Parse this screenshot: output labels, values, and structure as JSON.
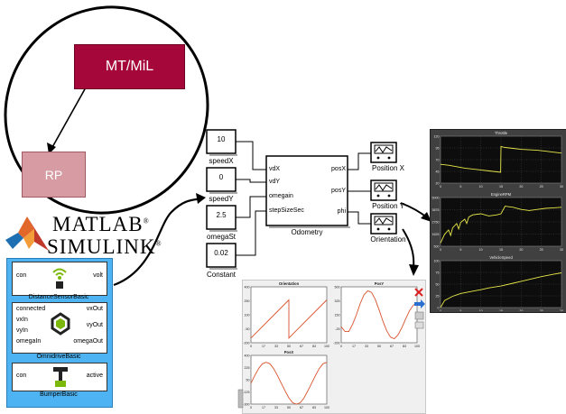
{
  "lifecycle": {
    "mt_label": "MT/MiL",
    "rp_label": "RP",
    "mt_color": "#a6073b",
    "rp_color": "#d79ca3"
  },
  "brand": {
    "matlab_text": "MATLAB",
    "simulink_text": "SIMULINK",
    "reg_mark": "®"
  },
  "library": {
    "background": "#4db3f2",
    "blocks": [
      {
        "name": "DistanceSensorBasic",
        "inputs": [
          "con"
        ],
        "outputs": [
          "volt"
        ]
      },
      {
        "name": "OmnidriveBasic",
        "inputs": [
          "connected",
          "vxIn",
          "vyIn",
          "omegaIn"
        ],
        "outputs": [
          "vxOut",
          "vyOut",
          "omegaOut"
        ]
      },
      {
        "name": "BumperBasic",
        "inputs": [
          "con"
        ],
        "outputs": [
          "active"
        ]
      }
    ]
  },
  "model": {
    "constants": [
      {
        "value": "10",
        "label": "speedX"
      },
      {
        "value": "0",
        "label": "speedY"
      },
      {
        "value": "2.5",
        "label": "omegaSt"
      },
      {
        "value": "0.02",
        "label": "Constant"
      }
    ],
    "odometry": {
      "label": "Odometry",
      "inputs": [
        "vdX",
        "vdY",
        "omegain",
        "stepSizeSec"
      ],
      "outputs": [
        "posX",
        "posY",
        "phi"
      ]
    },
    "scopes": [
      "Position X",
      "Position Y",
      "Orientation"
    ]
  },
  "scope_charts": {
    "chart_data": [
      {
        "type": "line",
        "title": "Throttle",
        "xlim": [
          0,
          30
        ],
        "ylim": [
          20,
          120
        ],
        "x": [
          0,
          2,
          4,
          6,
          8,
          10,
          12,
          14,
          14.9,
          15,
          16,
          18,
          20,
          22,
          24,
          26,
          28,
          30
        ],
        "y": [
          60,
          58,
          55,
          52,
          50,
          48,
          46,
          44,
          43,
          98,
          96,
          94,
          92,
          91,
          90,
          88,
          86,
          84
        ]
      },
      {
        "type": "line",
        "title": "EngineRPM",
        "xlim": [
          0,
          30
        ],
        "ylim": [
          500,
          5000
        ],
        "x": [
          0,
          1,
          2,
          2.5,
          3,
          4,
          4.5,
          5,
          6,
          6.5,
          7,
          8,
          10,
          12,
          14,
          15,
          16,
          18,
          20,
          22,
          24,
          26,
          28,
          30
        ],
        "y": [
          800,
          1600,
          2000,
          1500,
          2200,
          2600,
          2100,
          2700,
          3000,
          2600,
          3200,
          3400,
          3500,
          3300,
          3400,
          3500,
          4200,
          4100,
          3900,
          3800,
          3900,
          4000,
          4050,
          4100
        ]
      },
      {
        "type": "line",
        "title": "VehicleSpeed",
        "xlim": [
          0,
          30
        ],
        "ylim": [
          0,
          100
        ],
        "x": [
          0,
          1,
          3,
          5,
          8,
          10,
          12,
          15,
          18,
          20,
          22,
          25,
          28,
          30
        ],
        "y": [
          0,
          15,
          24,
          30,
          35,
          38,
          42,
          46,
          52,
          56,
          60,
          66,
          71,
          74
        ]
      },
      {
        "type": "line",
        "title": "Orientation",
        "xlim": [
          0,
          100
        ],
        "ylim": [
          -200,
          400
        ],
        "x": [
          0,
          50,
          50.01,
          100
        ],
        "y": [
          -150,
          260,
          -150,
          260
        ]
      },
      {
        "type": "line",
        "title": "PosY",
        "xlim": [
          0,
          100
        ],
        "ylim": [
          -200,
          500
        ],
        "x": [
          0,
          5,
          10,
          15,
          20,
          25,
          30,
          35,
          40,
          45,
          50,
          55,
          60,
          65,
          70,
          75,
          80,
          85,
          90,
          95,
          100
        ],
        "y": [
          0,
          -60,
          -60,
          30,
          150,
          290,
          400,
          450,
          430,
          340,
          210,
          70,
          -50,
          -130,
          -150,
          -100,
          -10,
          100,
          200,
          270,
          300
        ]
      },
      {
        "type": "line",
        "title": "PosX",
        "xlim": [
          0,
          100
        ],
        "ylim": [
          -300,
          400
        ],
        "x": [
          0,
          5,
          10,
          15,
          20,
          25,
          30,
          35,
          40,
          45,
          50,
          55,
          60,
          65,
          70,
          75,
          80,
          85,
          90,
          95,
          100
        ],
        "y": [
          0,
          110,
          210,
          280,
          300,
          280,
          210,
          110,
          0,
          -110,
          -210,
          -280,
          -300,
          -280,
          -210,
          -110,
          0,
          110,
          210,
          280,
          300
        ]
      }
    ]
  }
}
